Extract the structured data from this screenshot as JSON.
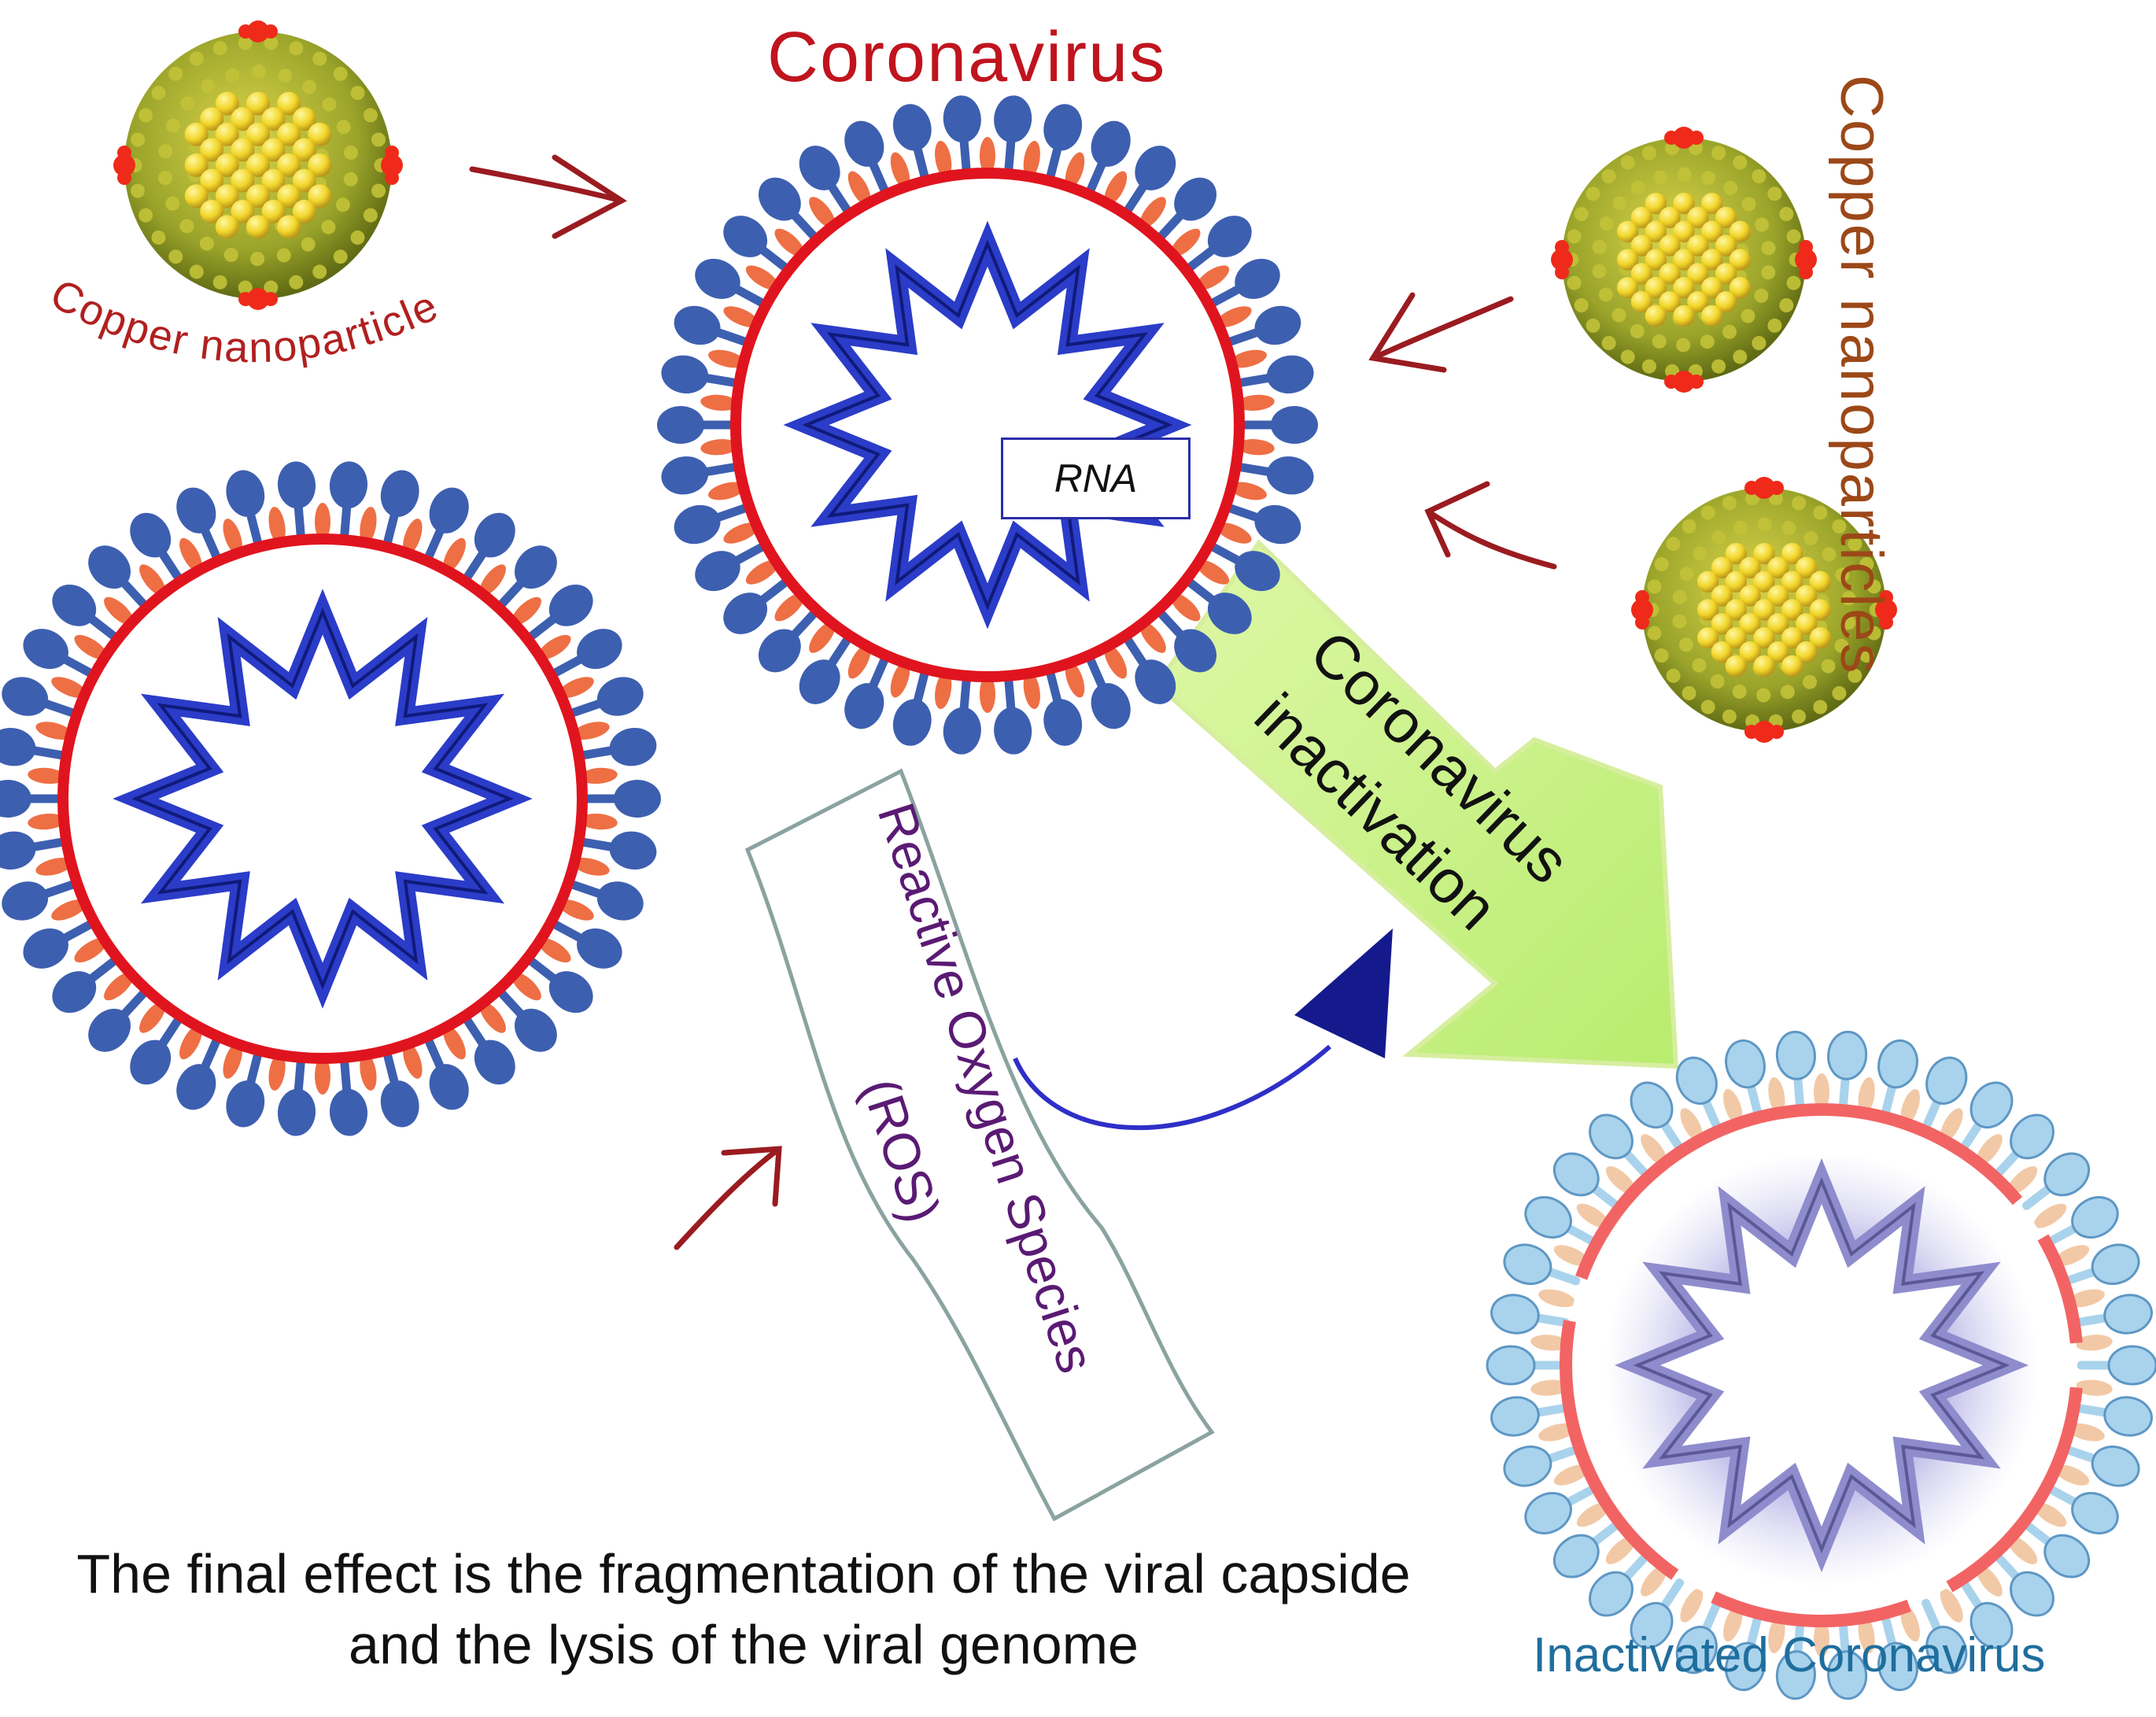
{
  "labels": {
    "coronavirus": "Coronavirus",
    "copper_nanoparticle": "Copper nanoparticle",
    "copper_nanoparticles": "Copper nanoparticles",
    "rna": "RNA",
    "inactivation_line1": "Coronavirus",
    "inactivation_line2": "inactivation",
    "ros_line1": "Reactive Oxygen Species",
    "ros_line2": "(ROS)",
    "caption": "The final effect is the fragmentation of the viral capside and the lysis of the viral genome",
    "inactivated": "Inactivated Coronavirus"
  },
  "colors": {
    "envelope": "#e0141e",
    "spike": "#3d5fb0",
    "spike_faded": "#a9d3ec",
    "protein": "#ee6f44",
    "genome": "#2b3cc8",
    "arrow": "#9a1b20",
    "big_arrow": "#c9f28a",
    "nano_shell": "#9aa42a",
    "nano_core": "#f2d62a",
    "nano_marker": "#ef2a1a",
    "label_copper_nanoparticle": "#b0201f",
    "label_copper_nanoparticles": "#9c4818",
    "label_ros": "#5a1a73",
    "label_inactivated": "#1f6e9e"
  }
}
